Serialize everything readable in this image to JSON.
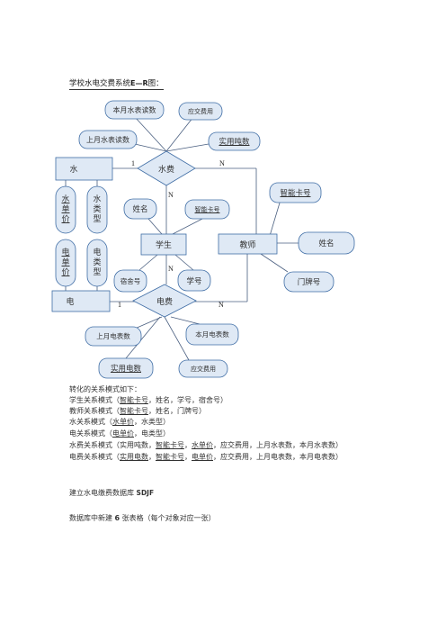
{
  "doc": {
    "title_prefix": "学校水电交费系统",
    "title_er": "E—R",
    "title_suffix": "图："
  },
  "diagram": {
    "entities": {
      "water": "水",
      "student": "学生",
      "teacher": "教师",
      "electricity": "电"
    },
    "relations": {
      "water_fee": "水费",
      "electric_fee": "电费"
    },
    "attrs": {
      "this_month_water": "本月水表读数",
      "due_fee_top": "应交费用",
      "last_month_water": "上月水表读数",
      "actual_tons": "实用吨数",
      "water_price": "水单价",
      "water_type": "水类型",
      "elec_price": "电单价",
      "elec_type": "电类型",
      "student_name": "姓名",
      "student_card": "智能卡号",
      "dorm_no": "宿舍号",
      "student_no": "学号",
      "teacher_card": "智能卡号",
      "teacher_name": "姓名",
      "door_no": "门牌号",
      "last_month_elec": "上月电表数",
      "this_month_elec": "本月电表数",
      "actual_kwh": "实用电数",
      "due_fee_bottom": "应交费用"
    },
    "cardinality": {
      "water_one": "1",
      "water_n_teacher": "N",
      "water_n_student": "N",
      "elec_n_student": "N",
      "elec_one": "1",
      "elec_n_teacher": "N"
    }
  },
  "text": {
    "intro": "转化的关系模式如下：",
    "student_rel": [
      "学生关系模式（",
      "智能卡号",
      "，姓名，学号，宿舍号）"
    ],
    "teacher_rel": [
      "教师关系模式（",
      "智能卡号",
      "，姓名，门牌号）"
    ],
    "water_rel": [
      "水关系模式（",
      "水单价",
      "，水类型）"
    ],
    "elec_rel": [
      "电关系模式（",
      "电单价",
      "，电类型）"
    ],
    "water_fee_rel": [
      "水费关系模式（实用吨数，",
      "智能卡号",
      "，",
      "水单价",
      "，应交费用，上月水表数，本月水表数）"
    ],
    "elec_fee_rel": [
      "电费关系模式（",
      "实用电数",
      "，",
      "智能卡号",
      "，",
      "电单价",
      "，应交费用，上月电表数，本月电表数）"
    ],
    "db_prefix": "建立水电缴费数据库 ",
    "db_name": "SDJF",
    "tables_prefix": "数据库中新建 ",
    "tables_count": "6",
    "tables_suffix": " 张表格（每个对象对应一张）"
  },
  "colors": {
    "fill": "#dfe9f5",
    "stroke": "#3f6da5",
    "line": "#4a5f80"
  }
}
